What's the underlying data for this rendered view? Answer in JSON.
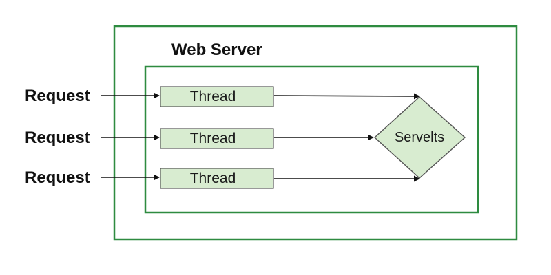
{
  "diagram": {
    "title": "Web Server",
    "requests": [
      "Request",
      "Request",
      "Request"
    ],
    "threads": [
      "Thread",
      "Thread",
      "Thread"
    ],
    "servlet": "Servelts",
    "colors": {
      "border": "#2e8b40",
      "box_fill": "#d8ecd0",
      "box_stroke": "#555555",
      "arrow": "#111111",
      "text": "#111111"
    }
  }
}
